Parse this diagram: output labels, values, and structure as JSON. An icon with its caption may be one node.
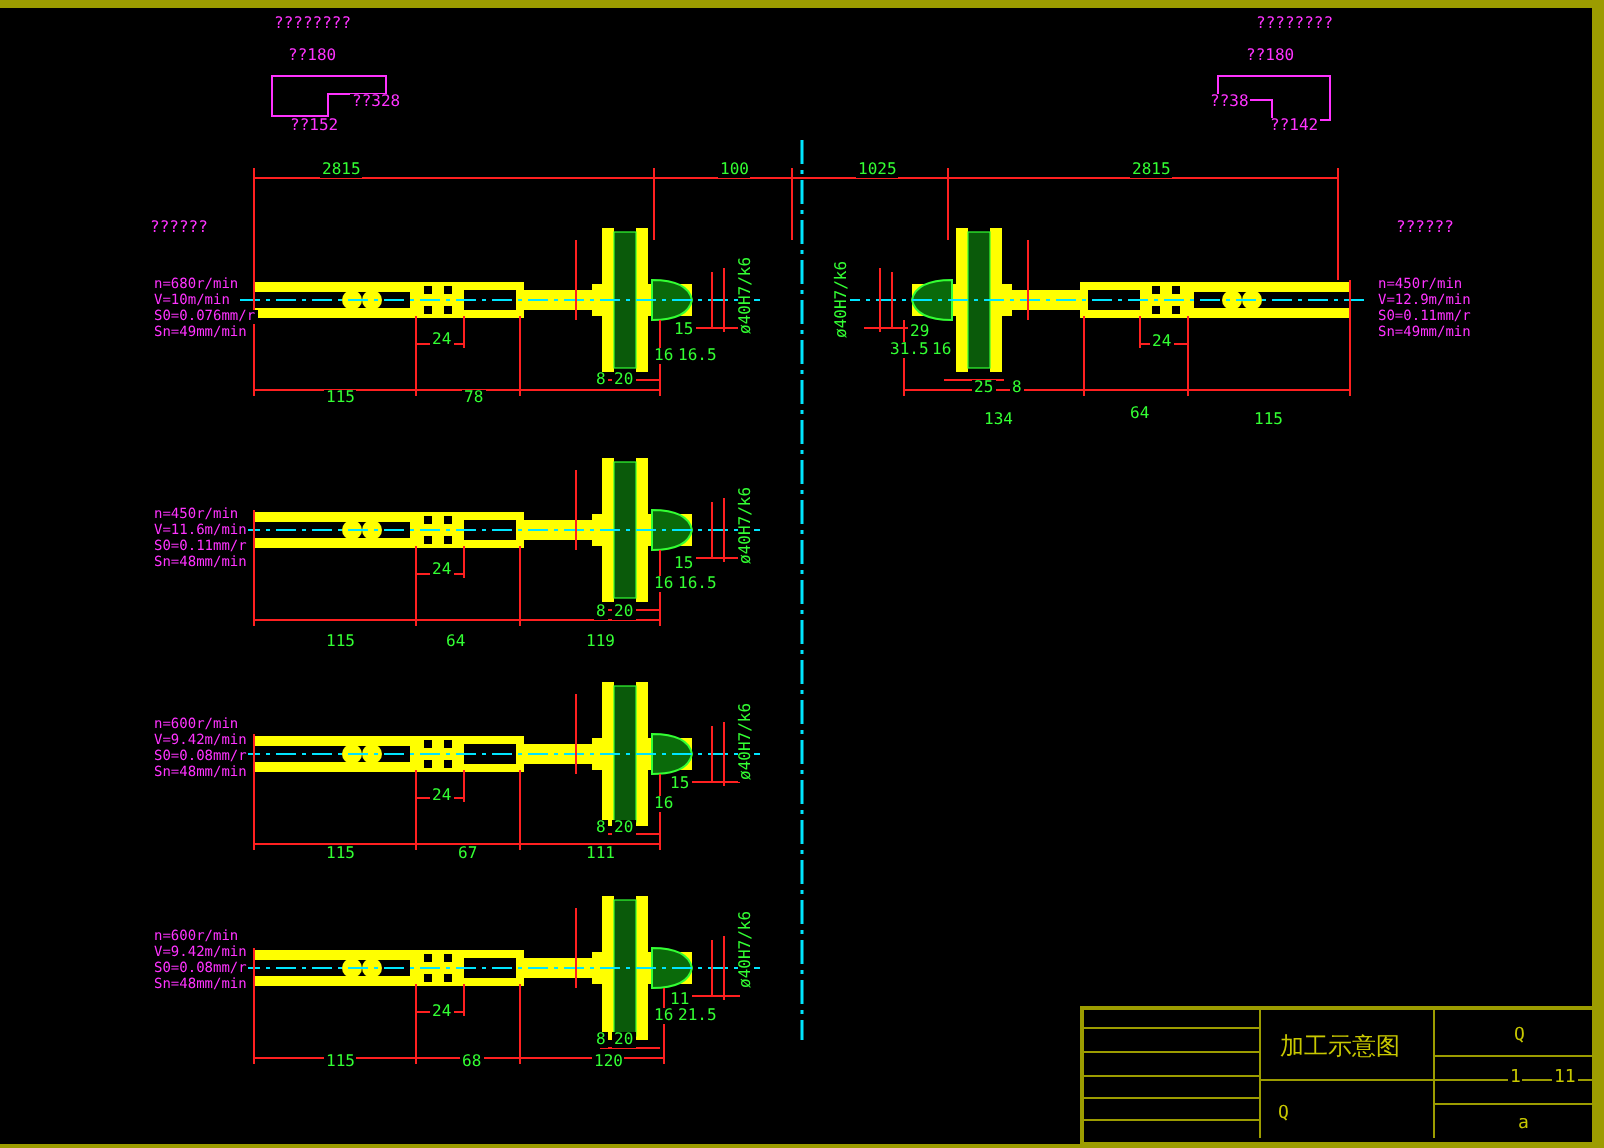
{
  "diagram": {
    "title": "加工示意图",
    "labels": [
      "????????",
      "??180",
      "??328",
      "??152",
      "????????",
      "??180",
      "??38",
      "??142",
      "??????",
      "??????",
      "n=680r/min",
      "V=10m/min",
      "S0=0.076mm/r",
      "Sn=49mm/min",
      "n=450r/min",
      "V=12.9m/min",
      "S0=0.11mm/r",
      "Sn=49mm/min",
      "2815",
      "100",
      "1025",
      "2815",
      "24",
      "115",
      "78",
      "15",
      "16",
      "16.5",
      "8",
      "20",
      "ø40H7/k6",
      "29",
      "31.5",
      "16",
      "25",
      "8",
      "134",
      "64",
      "115",
      "24",
      "ø40H7/k6",
      "n=450r/min",
      "V=11.6m/min",
      "S0=0.11mm/r",
      "Sn=48mm/min",
      "24",
      "115",
      "64",
      "119",
      "15",
      "16",
      "16.5",
      "8",
      "20",
      "ø40H7/k6",
      "n=600r/min",
      "V=9.42m/min",
      "S0=0.08mm/r",
      "Sn=48mm/min",
      "24",
      "115",
      "67",
      "111",
      "15",
      "16",
      "8",
      "20",
      "ø40H7/k6",
      "n=600r/min",
      "V=9.42m/min",
      "S0=0.08mm/r",
      "Sn=48mm/min",
      "24",
      "115",
      "68",
      "120",
      "11",
      "16",
      "21.5",
      "8",
      "20",
      "ø40H7/k6",
      "Q",
      "Q",
      "1",
      "11",
      "a"
    ]
  }
}
